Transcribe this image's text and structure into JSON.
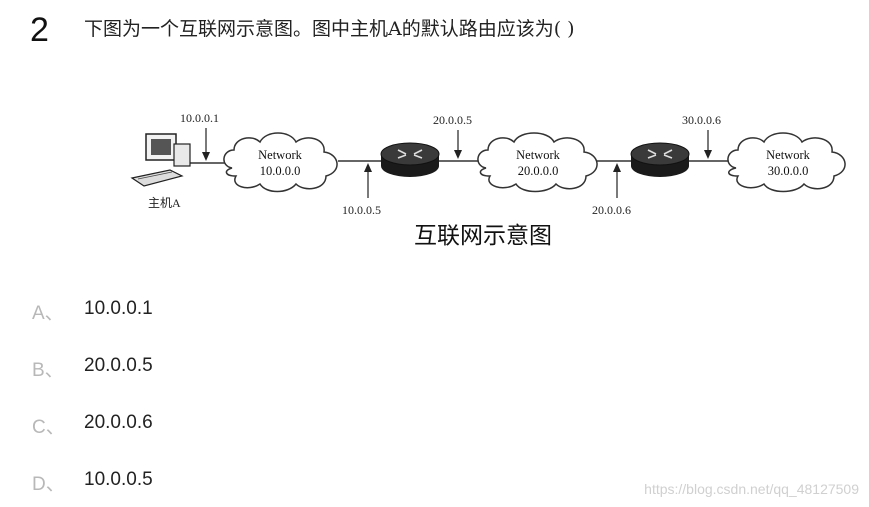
{
  "question": {
    "number": "2",
    "text": "下图为一个互联网示意图。图中主机A的默认路由应该为(    )"
  },
  "figure": {
    "caption": "互联网示意图",
    "host_label": "主机A",
    "networks": [
      {
        "name": "Network",
        "address": "10.0.0.0"
      },
      {
        "name": "Network",
        "address": "20.0.0.0"
      },
      {
        "name": "Network",
        "address": "30.0.0.0"
      }
    ],
    "interface_labels": {
      "host_gateway_top": "10.0.0.1",
      "router1_left_bottom": "10.0.0.5",
      "router1_right_top": "20.0.0.5",
      "router2_left_bottom": "20.0.0.6",
      "router2_right_top": "30.0.0.6"
    }
  },
  "options": [
    {
      "letter": "A、",
      "value": "10.0.0.1"
    },
    {
      "letter": "B、",
      "value": "20.0.0.5"
    },
    {
      "letter": "C、",
      "value": "20.0.0.6"
    },
    {
      "letter": "D、",
      "value": "10.0.0.5"
    }
  ],
  "watermark": "https://blog.csdn.net/qq_48127509"
}
